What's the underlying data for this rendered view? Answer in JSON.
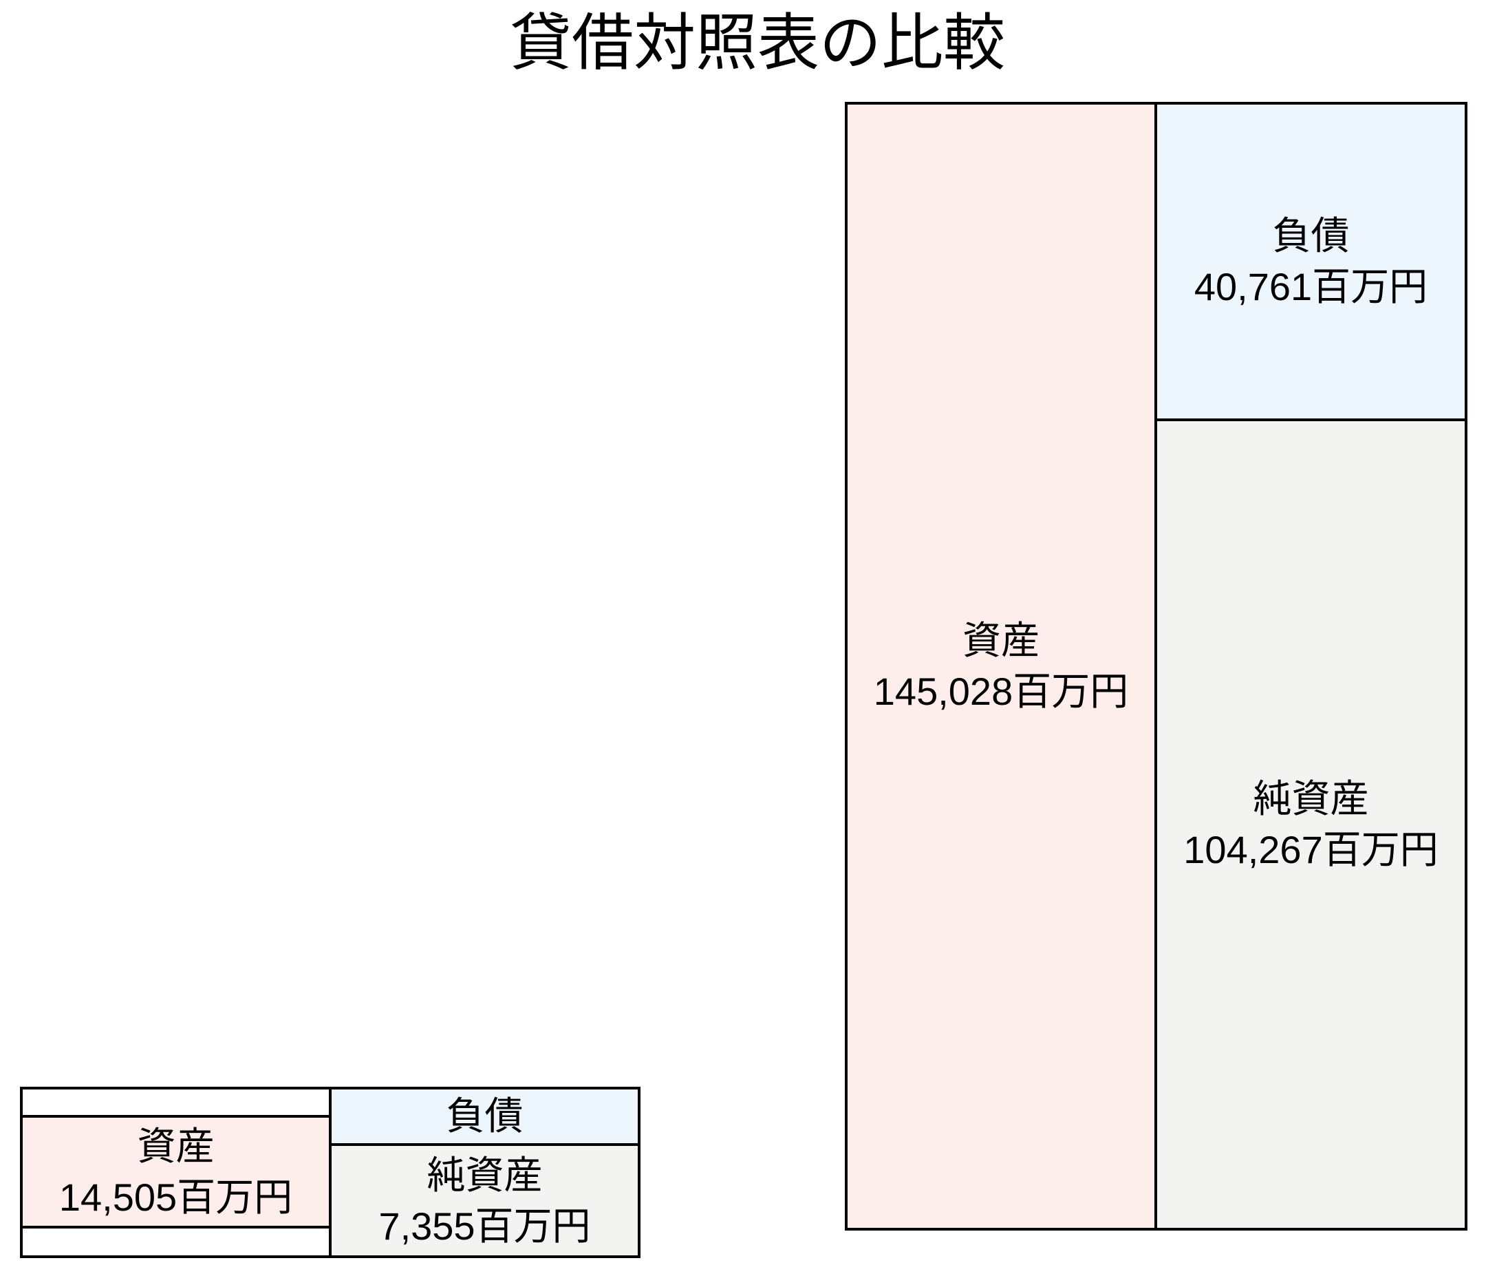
{
  "title": "貸借対照表の比較",
  "unit": "百万円",
  "colors": {
    "asset_fill": "#fdeeeb",
    "liability_fill": "#edf5fd",
    "net_asset_fill": "#f3f3f1",
    "border": "#000000",
    "text": "#000000",
    "background": "#ffffff"
  },
  "large_sheet": {
    "asset": {
      "label": "資産",
      "value": "145,028百万円"
    },
    "liability": {
      "label": "負債",
      "value": "40,761百万円"
    },
    "net_asset": {
      "label": "純資産",
      "value": "104,267百万円"
    }
  },
  "small_sheet": {
    "asset": {
      "label": "資産",
      "value": "14,505百万円"
    },
    "liability": {
      "label": "負債"
    },
    "net_asset": {
      "label": "純資産",
      "value": "7,355百万円"
    }
  },
  "chart_data": {
    "type": "bar",
    "title": "貸借対照表の比較",
    "unit": "百万円",
    "legend_position": "none",
    "grid": false,
    "description": "Two box-style balance sheets drawn to a common scale; left column of each box is assets, right column is liabilities (top, blue) over net assets (bottom, gray).",
    "groups": [
      {
        "name": "small_sheet",
        "segments": [
          {
            "label": "資産",
            "value": 14505,
            "column": "left",
            "color": "#fdeeeb"
          },
          {
            "label": "負債",
            "value": null,
            "column": "right",
            "color": "#edf5fd"
          },
          {
            "label": "純資産",
            "value": 7355,
            "column": "right",
            "color": "#f3f3f1"
          }
        ]
      },
      {
        "name": "large_sheet",
        "segments": [
          {
            "label": "資産",
            "value": 145028,
            "column": "left",
            "color": "#fdeeeb"
          },
          {
            "label": "負債",
            "value": 40761,
            "column": "right",
            "color": "#edf5fd"
          },
          {
            "label": "純資産",
            "value": 104267,
            "column": "right",
            "color": "#f3f3f1"
          }
        ]
      }
    ]
  }
}
